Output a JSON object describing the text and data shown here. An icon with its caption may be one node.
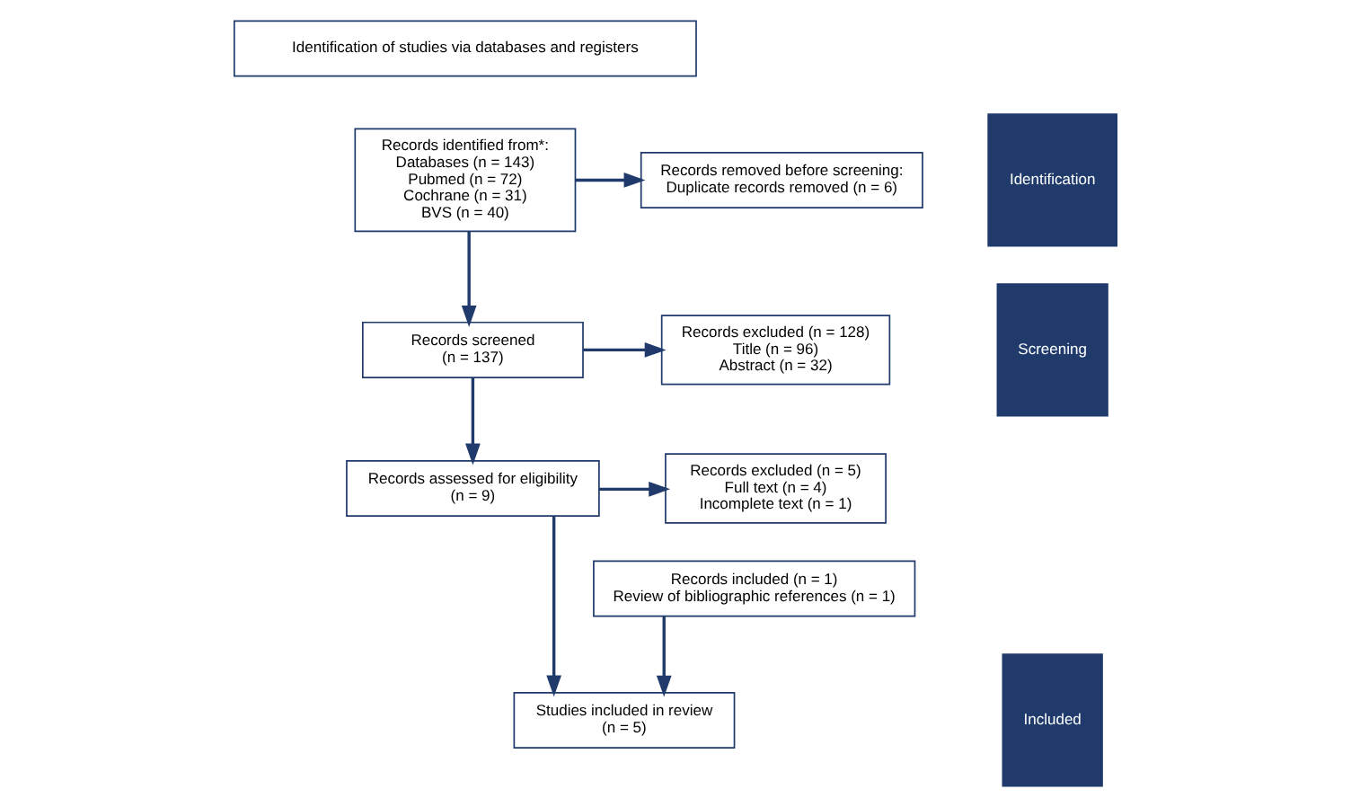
{
  "diagram": {
    "nodes": [
      {
        "text": [
          "Identification of studies via databases and registers"
        ]
      },
      {
        "text": [
          "Identification"
        ]
      },
      {
        "text": [
          "Records identified from*:",
          "Databases (n = 143)",
          "Pubmed (n = 72)",
          "Cochrane (n = 31)",
          "BVS (n = 40)"
        ]
      },
      {
        "text": [
          "Records removed before screening:",
          "Duplicate records removed (n = 6)"
        ]
      },
      {
        "text": [
          "Screening"
        ]
      },
      {
        "text": [
          "Records screened",
          "(n = 137)"
        ]
      },
      {
        "text": [
          "Records excluded (n = 128)",
          "Title (n = 96)",
          "Abstract (n = 32)"
        ]
      },
      {
        "text": [
          "Records assessed for eligibility",
          "(n = 9)"
        ]
      },
      {
        "text": [
          "Records excluded (n = 5)",
          "Full text (n = 4)",
          "Incomplete text (n = 1)"
        ]
      },
      {
        "text": [
          "Records included (n = 1)",
          "Review of bibliographic references (n = 1)"
        ]
      },
      {
        "text": [
          "Included"
        ]
      },
      {
        "text": [
          "Studies included in review",
          "(n = 5)"
        ]
      }
    ],
    "edges": [
      {
        "from": 2,
        "to": 3,
        "arrow": "to"
      },
      {
        "from": 2,
        "to": 5,
        "arrow": "to"
      },
      {
        "from": 5,
        "to": 6,
        "arrow": "to"
      },
      {
        "from": 5,
        "to": 7,
        "arrow": "to"
      },
      {
        "from": 7,
        "to": 8,
        "arrow": "to"
      },
      {
        "from": 7,
        "to": 11,
        "arrow": "to"
      },
      {
        "from": 9,
        "to": 11,
        "arrow": "to"
      }
    ]
  }
}
